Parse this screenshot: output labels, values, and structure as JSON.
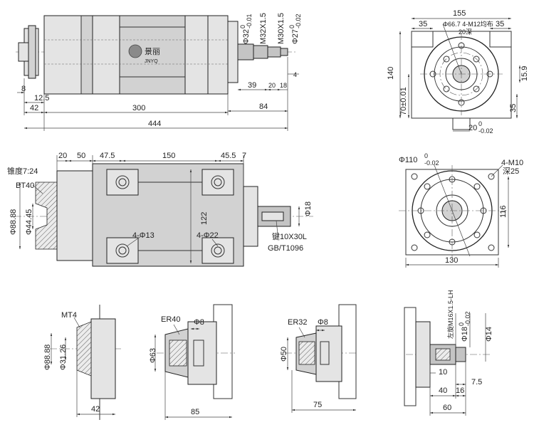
{
  "brand": {
    "logo_text": "景丽",
    "logo_sub": "JNYQ"
  },
  "views": {
    "side_top": {
      "dims": {
        "d_32": "Φ32",
        "d_32_tol_up": "0",
        "d_32_tol_lo": "-0.01",
        "m32": "M32X1.5",
        "m30": "M30X1.5",
        "d_27": "Φ27",
        "d_27_tol_up": "0",
        "d_27_tol_lo": "-0.02",
        "len_8": "8",
        "len_12_5": "12.5",
        "len_42": "42",
        "len_300": "300",
        "len_444": "444",
        "len_39": "39",
        "len_20": "20",
        "len_18": "18",
        "len_4": "4",
        "len_84": "84"
      }
    },
    "front_top": {
      "dims": {
        "w_155": "155",
        "w_35_left": "35",
        "w_35_right": "35",
        "bolt_pattern": "Φ66.7 4-M12均布",
        "depth_20": "20深",
        "h_140": "140",
        "h_70": "70±0.01",
        "v_15_9": "15.9",
        "v_35": "35",
        "key_20": "20",
        "key_20_tol_up": "0",
        "key_20_tol_lo": "-0.02"
      }
    },
    "side_middle": {
      "dims": {
        "len_20": "20",
        "len_50": "50",
        "len_47_5": "47.5",
        "len_150": "150",
        "len_45_5": "45.5",
        "len_7": "7",
        "taper": "锥度7:24",
        "bt40": "BT40",
        "d_88_88": "Φ88.88",
        "d_44_45": "Φ44.45",
        "holes_13": "4-Φ13",
        "holes_22": "4-Φ22",
        "h_122": "122",
        "d_18": "Φ18",
        "key": "键10X30L",
        "standard": "GB/T1096"
      }
    },
    "front_middle": {
      "dims": {
        "d_110": "Φ110",
        "d_110_tol_up": "0",
        "d_110_tol_lo": "-0.02",
        "m10": "4-M10",
        "depth_25": "深25",
        "h_116": "116",
        "w_130": "130"
      }
    },
    "mt4": {
      "dims": {
        "label": "MT4",
        "d_88_88": "Φ88.88",
        "d_31_26": "Φ31.26",
        "len_42": "42"
      }
    },
    "er40": {
      "dims": {
        "label": "ER40",
        "d_8": "Φ8",
        "d_63": "Φ63",
        "len_85": "85"
      }
    },
    "er32": {
      "dims": {
        "label": "ER32",
        "d_8": "Φ8",
        "d_50": "Φ50",
        "len_75": "75"
      }
    },
    "shaft_end": {
      "dims": {
        "thread": "左旋M16X1.5-LH",
        "d_18": "Φ18",
        "d_18_tol_up": "0",
        "d_18_tol_lo": "-0.02",
        "d_14": "Φ14",
        "len_10": "10",
        "len_7_5": "7.5",
        "len_40": "40",
        "len_16": "16",
        "len_60": "60"
      }
    }
  }
}
